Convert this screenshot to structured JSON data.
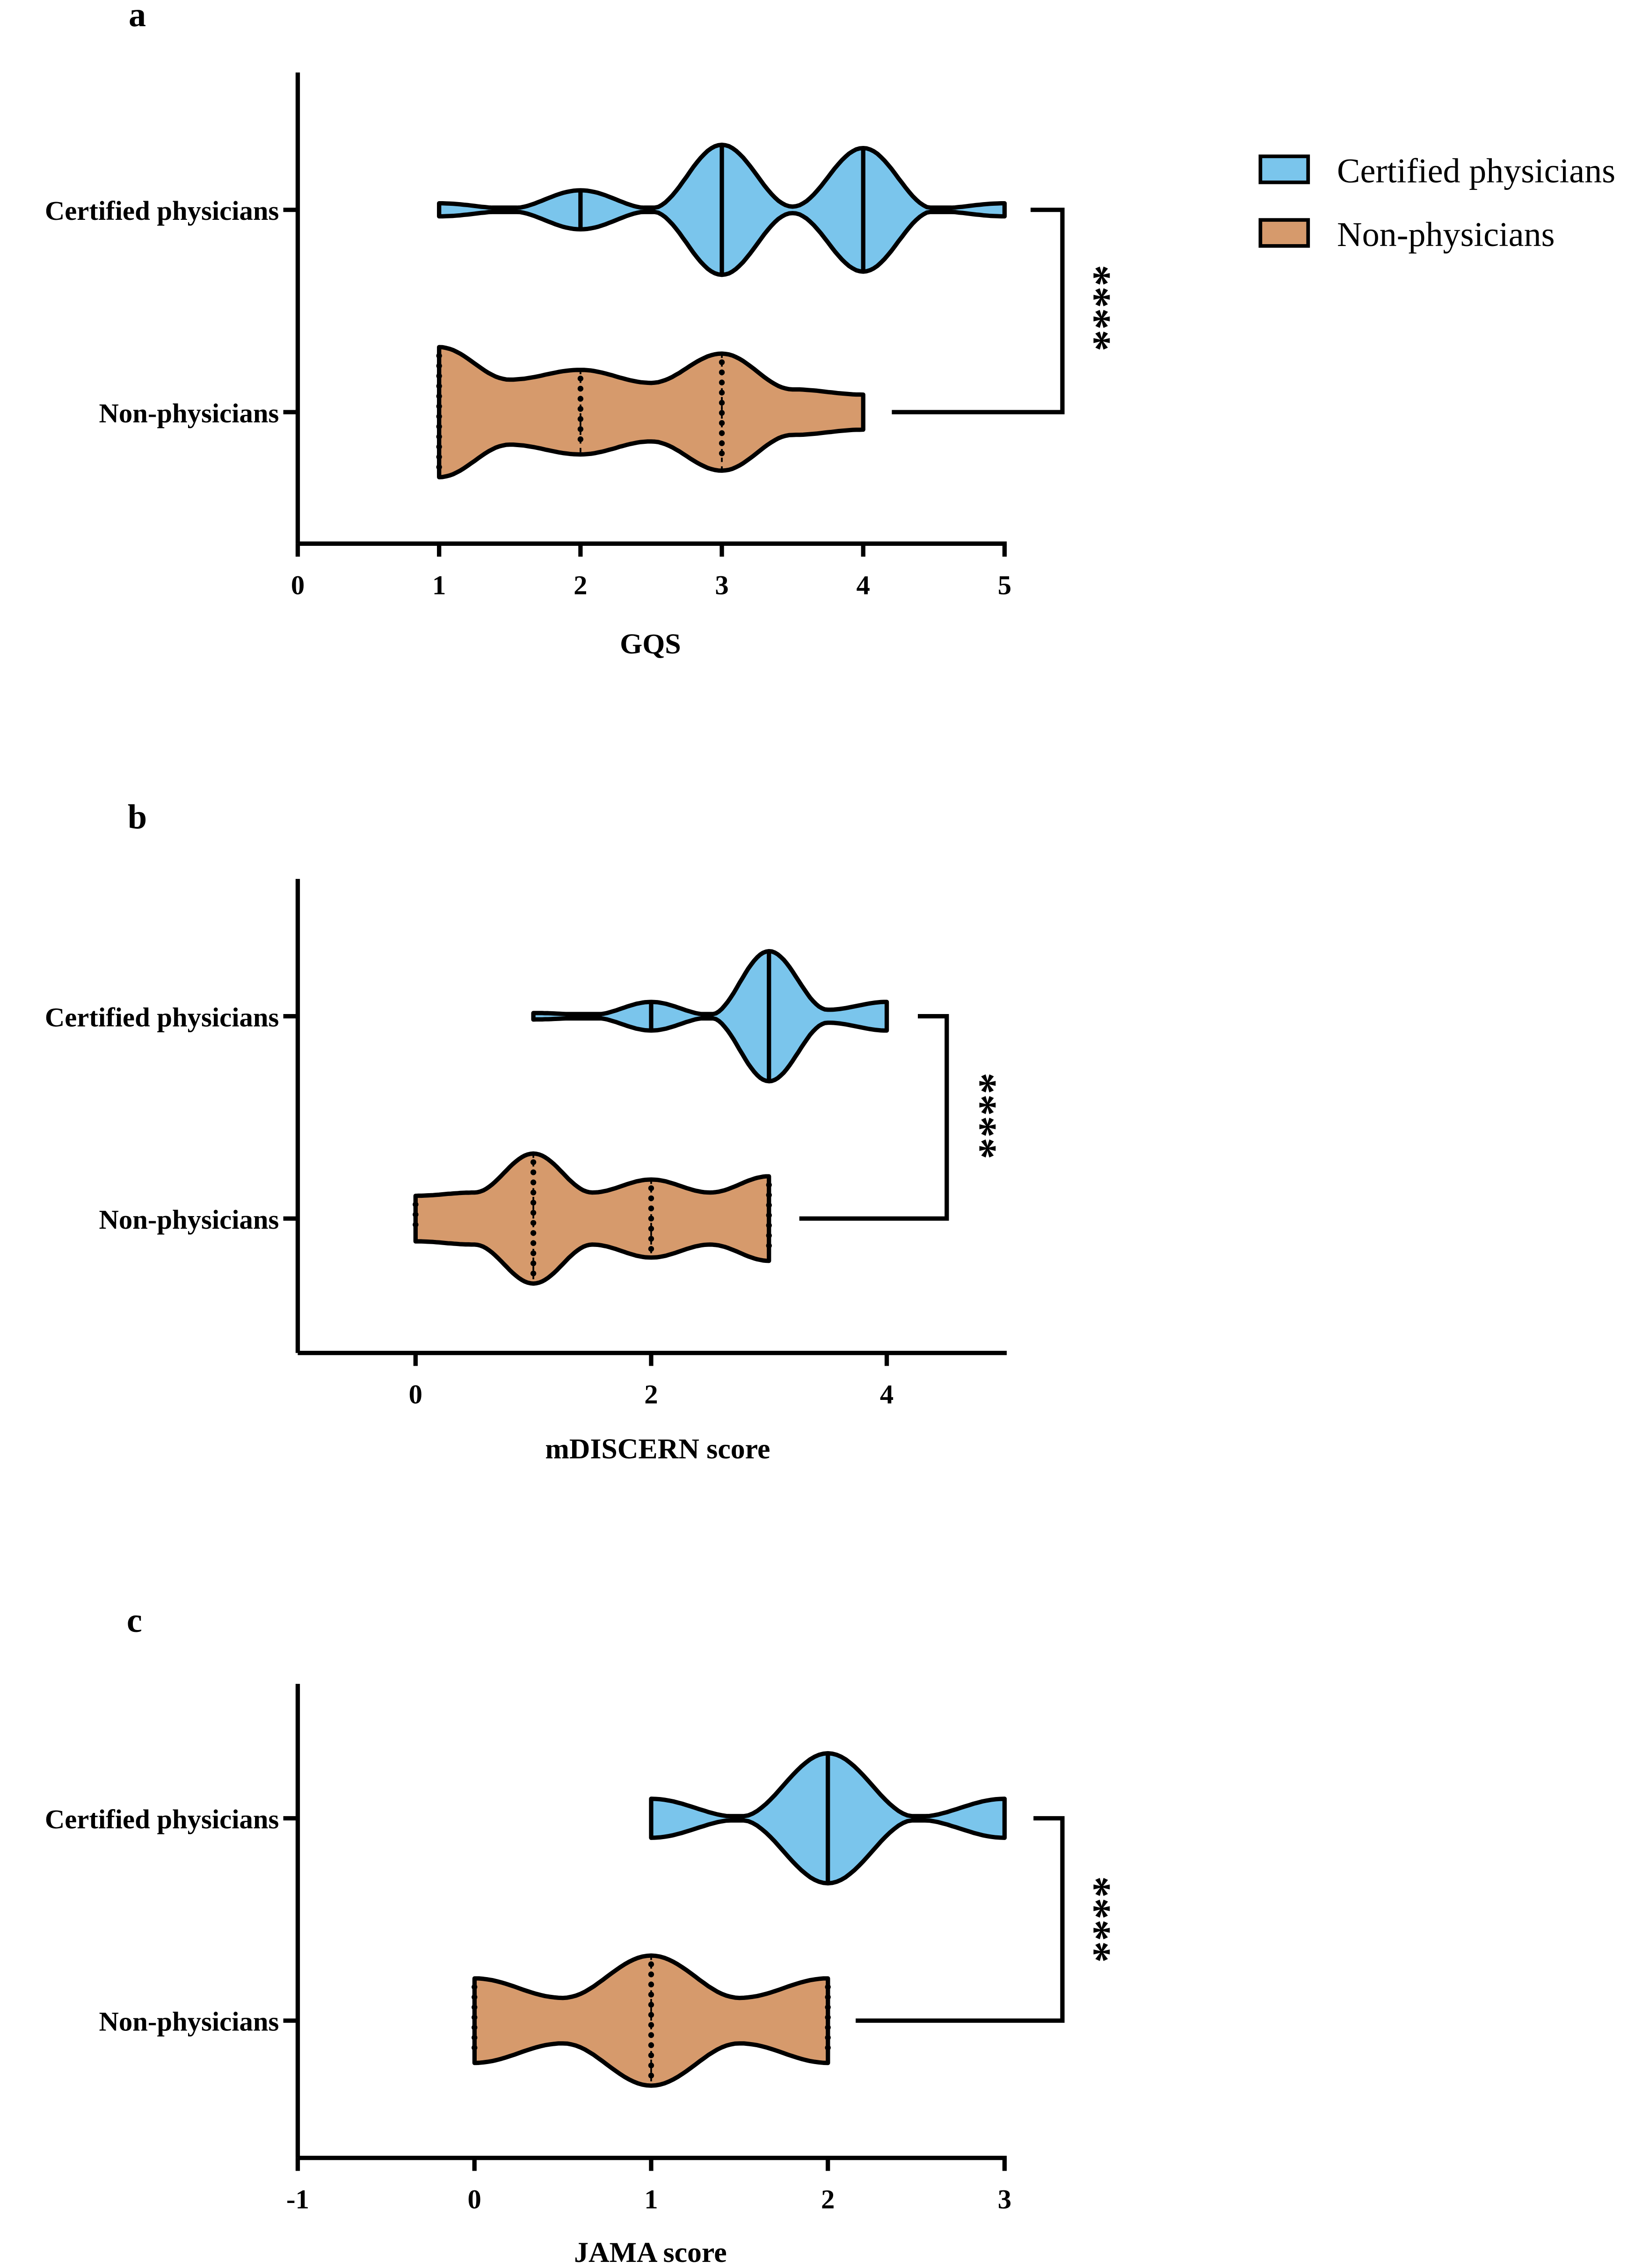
{
  "colors": {
    "certified": "#7AC5EC",
    "non": "#D69A6C"
  },
  "legend": {
    "items": [
      "Certified physicians",
      "Non-physicians"
    ],
    "placement": "top-right"
  },
  "chart_data": [
    {
      "type": "violin",
      "panel": "a",
      "xlabel": "GQS",
      "xlim": [
        0,
        5
      ],
      "ticks": [
        "0",
        "1",
        "2",
        "3",
        "4",
        "5"
      ],
      "tick_values": [
        0,
        1,
        2,
        3,
        4,
        5
      ],
      "categories": [
        "Certified physicians",
        "Non-physicians"
      ],
      "significance": "****",
      "series": [
        {
          "name": "Certified physicians",
          "x": [
            1,
            1.5,
            2,
            2.5,
            3,
            3.5,
            4,
            4.5,
            5
          ],
          "density": [
            0.1,
            0.02,
            0.3,
            0.02,
            1,
            0.05,
            0.95,
            0.02,
            0.1
          ],
          "lines": [
            2,
            3,
            4
          ],
          "line_style": "solid"
        },
        {
          "name": "Non-physicians",
          "x": [
            1,
            1.5,
            2,
            2.5,
            3,
            3.5,
            4
          ],
          "density": [
            1,
            0.5,
            0.65,
            0.45,
            0.9,
            0.35,
            0.27
          ],
          "lines": [
            1,
            2,
            3
          ],
          "line_style": "dotted"
        }
      ]
    },
    {
      "type": "violin",
      "panel": "b",
      "xlabel": "mDISCERN score",
      "xlim": [
        -1,
        5
      ],
      "ticks": [
        "0",
        "2",
        "4"
      ],
      "tick_values": [
        0,
        2,
        4
      ],
      "categories": [
        "Certified physicians",
        "Non-physicians"
      ],
      "significance": "****",
      "series": [
        {
          "name": "Certified physicians",
          "x": [
            1,
            1.5,
            2,
            2.5,
            3,
            3.5,
            4
          ],
          "density": [
            0.05,
            0.02,
            0.22,
            0.02,
            1,
            0.1,
            0.22
          ],
          "lines": [
            2,
            3
          ],
          "line_style": "solid"
        },
        {
          "name": "Non-physicians",
          "x": [
            0,
            0.5,
            1,
            1.5,
            2,
            2.5,
            3
          ],
          "density": [
            0.35,
            0.4,
            1,
            0.4,
            0.6,
            0.4,
            0.65
          ],
          "lines": [
            0,
            1,
            2,
            3
          ],
          "line_style": "dotted"
        }
      ]
    },
    {
      "type": "violin",
      "panel": "c",
      "xlabel": "JAMA score",
      "xlim": [
        -1,
        3
      ],
      "ticks": [
        "-1",
        "0",
        "1",
        "2",
        "3"
      ],
      "tick_values": [
        -1,
        0,
        1,
        2,
        3
      ],
      "categories": [
        "Certified physicians",
        "Non-physicians"
      ],
      "significance": "****",
      "series": [
        {
          "name": "Certified physicians",
          "x": [
            1,
            1.5,
            2,
            2.5,
            3
          ],
          "density": [
            0.3,
            0.02,
            1,
            0.02,
            0.3
          ],
          "lines": [
            2
          ],
          "line_style": "solid"
        },
        {
          "name": "Non-physicians",
          "x": [
            0,
            0.5,
            1,
            1.5,
            2
          ],
          "density": [
            0.65,
            0.35,
            1,
            0.35,
            0.65
          ],
          "lines": [
            0,
            1,
            2
          ],
          "line_style": "dotted"
        }
      ]
    }
  ]
}
